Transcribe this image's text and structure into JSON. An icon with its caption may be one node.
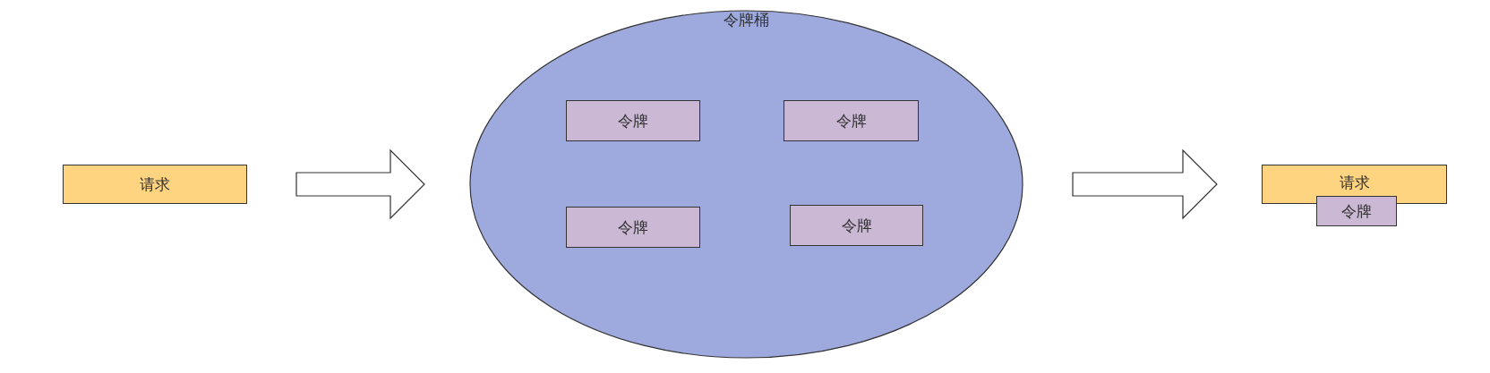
{
  "diagram": {
    "nodes": [
      {
        "text": [
          "请求"
        ]
      },
      {
        "text": [
          "令牌桶"
        ]
      },
      {
        "text": [
          "令牌"
        ],
        "in": 1
      },
      {
        "text": [
          "令牌"
        ],
        "in": 1
      },
      {
        "text": [
          "令牌"
        ],
        "in": 1
      },
      {
        "text": [
          "令牌"
        ],
        "in": 1
      },
      {
        "text": [
          "请求"
        ]
      },
      {
        "text": [
          "令牌"
        ]
      }
    ],
    "edges": [
      {
        "from": 0,
        "to": 1,
        "arrow": "to"
      },
      {
        "from": 1,
        "to": 6,
        "arrow": "to"
      }
    ]
  }
}
